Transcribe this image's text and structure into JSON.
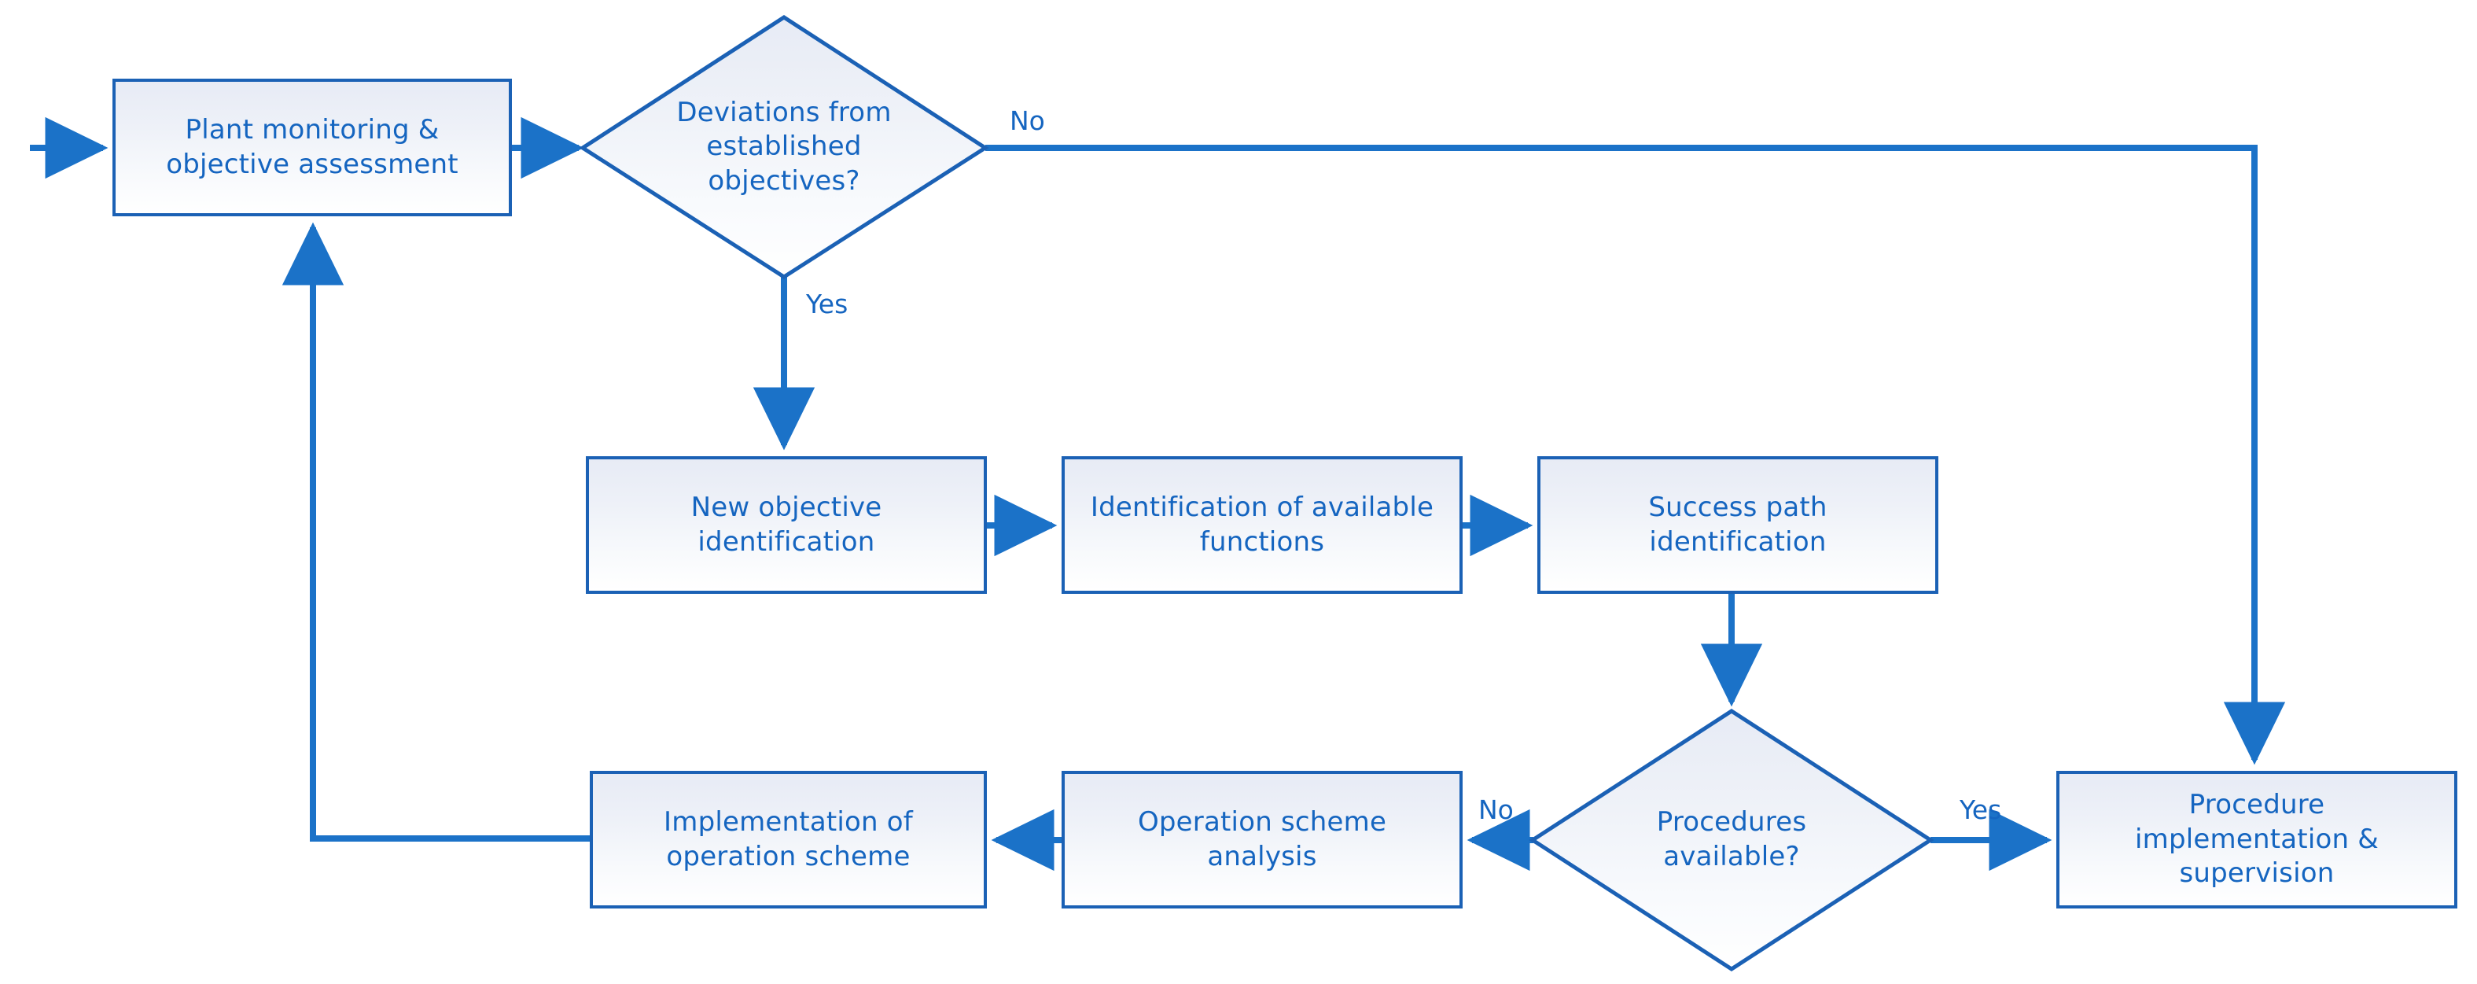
{
  "diagram": {
    "title": "Plant monitoring and operation scheme flowchart",
    "accent_color": "#1b61b5",
    "text_color": "#1565c0",
    "fill_gradient_top": "#e7ebf5",
    "fill_gradient_bottom": "#ffffff",
    "background": "#ffffff"
  },
  "nodes": {
    "plant_monitoring": {
      "label": "Plant monitoring &\nobjective assessment",
      "line1": "Plant monitoring &",
      "line2": "objective assessment",
      "shape": "process"
    },
    "deviations_decision": {
      "label": "Deviations from established objectives?",
      "line1": "Deviations from",
      "line2": "established",
      "line3": "objectives?",
      "shape": "decision"
    },
    "new_objective": {
      "label": "New objective identification",
      "line1": "New objective",
      "line2": "identification",
      "shape": "process"
    },
    "available_functions": {
      "label": "Identification of available functions",
      "line1": "Identification of available",
      "line2": "functions",
      "shape": "process"
    },
    "success_path": {
      "label": "Success path identification",
      "line1": "Success path",
      "line2": "identification",
      "shape": "process"
    },
    "procedures_decision": {
      "label": "Procedures available?",
      "line1": "Procedures",
      "line2": "available?",
      "shape": "decision"
    },
    "procedure_implementation": {
      "label": "Procedure implementation & supervision",
      "line1": "Procedure",
      "line2": "implementation &",
      "line3": "supervision",
      "shape": "process"
    },
    "operation_scheme_analysis": {
      "label": "Operation scheme analysis",
      "line1": "Operation scheme",
      "line2": "analysis",
      "shape": "process"
    },
    "implementation_operation_scheme": {
      "label": "Implementation of operation scheme",
      "line1": "Implementation of",
      "line2": "operation scheme",
      "shape": "process"
    }
  },
  "edge_labels": {
    "deviations_no": "No",
    "deviations_yes": "Yes",
    "procedures_no": "No",
    "procedures_yes": "Yes"
  },
  "edges": [
    {
      "from": "entry",
      "to": "plant_monitoring",
      "label": ""
    },
    {
      "from": "plant_monitoring",
      "to": "deviations_decision",
      "label": ""
    },
    {
      "from": "deviations_decision",
      "to": "procedure_implementation",
      "label": "No"
    },
    {
      "from": "deviations_decision",
      "to": "new_objective",
      "label": "Yes"
    },
    {
      "from": "new_objective",
      "to": "available_functions",
      "label": ""
    },
    {
      "from": "available_functions",
      "to": "success_path",
      "label": ""
    },
    {
      "from": "success_path",
      "to": "procedures_decision",
      "label": ""
    },
    {
      "from": "procedures_decision",
      "to": "procedure_implementation",
      "label": "Yes"
    },
    {
      "from": "procedures_decision",
      "to": "operation_scheme_analysis",
      "label": "No"
    },
    {
      "from": "operation_scheme_analysis",
      "to": "implementation_operation_scheme",
      "label": ""
    },
    {
      "from": "implementation_operation_scheme",
      "to": "plant_monitoring",
      "label": ""
    }
  ]
}
